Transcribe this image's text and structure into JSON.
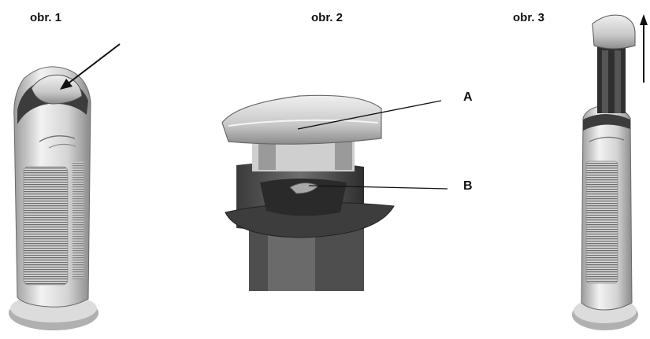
{
  "figures": [
    {
      "label": "obr. 1"
    },
    {
      "label": "obr. 2"
    },
    {
      "label": "obr. 3"
    }
  ],
  "callouts": {
    "a": "A",
    "b": "B"
  },
  "colors": {
    "body_light": "#e6e6e6",
    "body_mid": "#bdbdbd",
    "body_dark": "#4a4a4a",
    "ink": "#111111"
  },
  "icons": [
    "arrow-pointer-icon",
    "arrow-up-icon",
    "brand-logo-icon"
  ]
}
